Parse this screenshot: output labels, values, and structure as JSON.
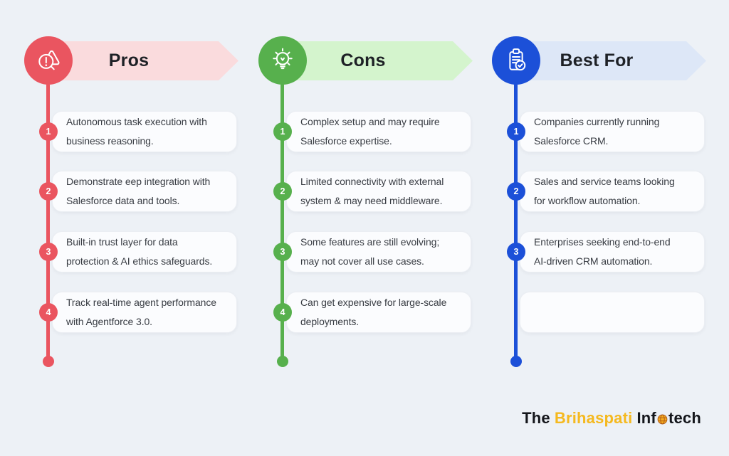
{
  "page": {
    "background": "#EDF1F6",
    "card_background": "#FBFCFE",
    "item_text_color": "#383C43"
  },
  "columns": [
    {
      "title": "Pros",
      "icon": "alert-search-icon",
      "colors": {
        "accent": "#EA5560",
        "banner": "#FADBDD"
      },
      "items": [
        {
          "num": "1",
          "text": "Autonomous task execution with\nbusiness reasoning."
        },
        {
          "num": "2",
          "text": "Demonstrate eep integration with\nSalesforce data and tools."
        },
        {
          "num": "3",
          "text": "Built-in trust layer for data\nprotection & AI ethics safeguards."
        },
        {
          "num": "4",
          "text": "Track real-time agent performance\nwith Agentforce 3.0."
        }
      ]
    },
    {
      "title": "Cons",
      "icon": "lightbulb-icon",
      "colors": {
        "accent": "#57B04D",
        "banner": "#D4F4CD"
      },
      "items": [
        {
          "num": "1",
          "text": "Complex setup and may require\nSalesforce expertise."
        },
        {
          "num": "2",
          "text": "Limited connectivity with external\nsystem & may need middleware."
        },
        {
          "num": "3",
          "text": "Some features are still evolving;\nmay not cover all use cases."
        },
        {
          "num": "4",
          "text": "Can get expensive for large-scale\ndeployments."
        }
      ]
    },
    {
      "title": "Best For",
      "icon": "clipboard-check-icon",
      "colors": {
        "accent": "#1C50D8",
        "banner": "#DDE7F7"
      },
      "items": [
        {
          "num": "1",
          "text": "Companies currently running\nSalesforce CRM."
        },
        {
          "num": "2",
          "text": "Sales and service teams looking\nfor workflow automation."
        },
        {
          "num": "3",
          "text": "Enterprises seeking end-to-end\nAI-driven CRM automation."
        },
        {
          "num": null,
          "text": ""
        }
      ]
    }
  ],
  "footer": {
    "logo": {
      "word1": "The",
      "word2": "Brihaspati",
      "word3_prefix": "Inf",
      "word3_suffix": "tech",
      "brand_color": "#F5B91F",
      "globe_icon_color": "#F5AC1E"
    }
  }
}
